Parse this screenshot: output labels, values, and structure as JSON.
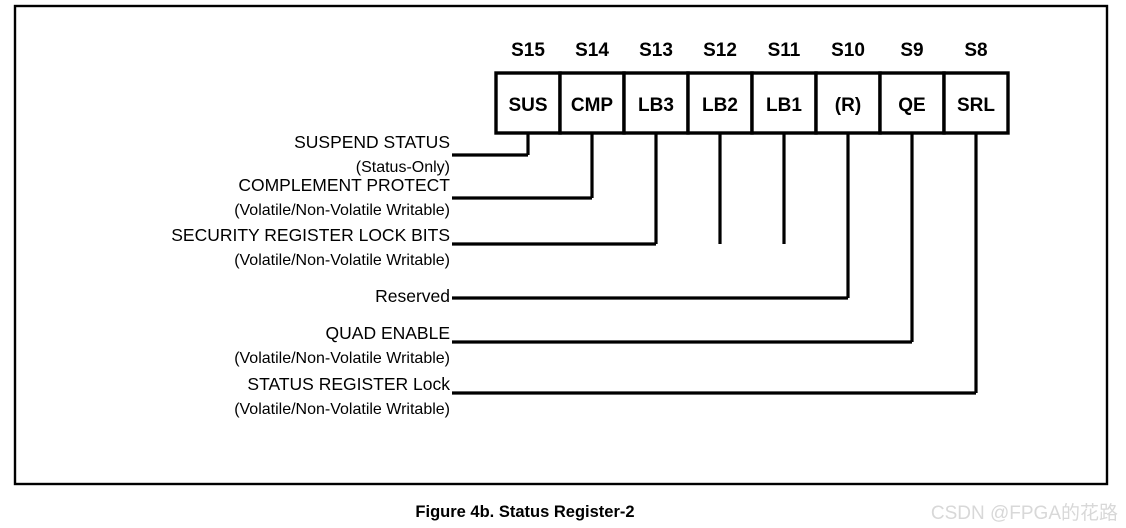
{
  "figure": {
    "caption": "Figure 4b. Status Register-2",
    "watermark": "CSDN @FPGA的花路",
    "frame_color": "#000000",
    "box_fill": "#ffffff",
    "line_color": "#000000",
    "watermark_color": "#d8d8d8"
  },
  "register": {
    "bits": [
      {
        "bit": "S15",
        "name": "SUS"
      },
      {
        "bit": "S14",
        "name": "CMP"
      },
      {
        "bit": "S13",
        "name": "LB3"
      },
      {
        "bit": "S12",
        "name": "LB2"
      },
      {
        "bit": "S11",
        "name": "LB1"
      },
      {
        "bit": "S10",
        "name": "(R)"
      },
      {
        "bit": "S9",
        "name": "QE"
      },
      {
        "bit": "S8",
        "name": "SRL"
      }
    ]
  },
  "descriptions": [
    {
      "title": "SUSPEND STATUS",
      "subtitle": "(Status-Only)",
      "bits": [
        "S15"
      ]
    },
    {
      "title": "COMPLEMENT PROTECT",
      "subtitle": "(Volatile/Non-Volatile Writable)",
      "bits": [
        "S14"
      ]
    },
    {
      "title": "SECURITY REGISTER LOCK BITS",
      "subtitle": "(Volatile/Non-Volatile Writable)",
      "bits": [
        "S13",
        "S12",
        "S11"
      ]
    },
    {
      "title": "Reserved",
      "subtitle": "",
      "bits": [
        "S10"
      ]
    },
    {
      "title": "QUAD ENABLE",
      "subtitle": "(Volatile/Non-Volatile Writable)",
      "bits": [
        "S9"
      ]
    },
    {
      "title": "STATUS REGISTER Lock",
      "subtitle": "(Volatile/Non-Volatile Writable)",
      "bits": [
        "S8"
      ]
    }
  ]
}
